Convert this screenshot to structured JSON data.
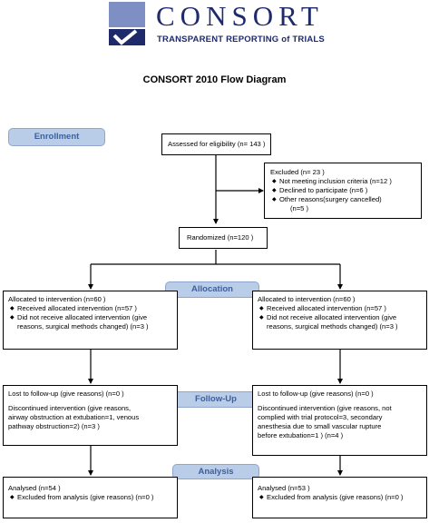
{
  "logo": {
    "wordmark": "CONSORT",
    "tagline": "TRANSPARENT REPORTING of TRIALS",
    "brand_color": "#1f2a6b"
  },
  "title": "CONSORT 2010 Flow Diagram",
  "stages": {
    "enrollment": "Enrollment",
    "allocation": "Allocation",
    "followup": "Follow-Up",
    "analysis": "Analysis"
  },
  "enrollment": {
    "assessed": "Assessed for eligibility (n= 143 )",
    "excluded": {
      "heading": "Excluded  (n= 23 )",
      "items": [
        "Not meeting inclusion criteria (n=12 )",
        "Declined to participate (n=6 )",
        "Other reasons(surgery cancelled)",
        "(n=5 )"
      ]
    },
    "randomized": "Randomized (n=120 )"
  },
  "left": {
    "allocation": {
      "heading": "Allocated to intervention (n=60  )",
      "received": "Received allocated intervention (n=57 )",
      "not_received_1": "Did not receive allocated intervention (give",
      "not_received_2": "reasons, surgical methods changed) (n=3 )"
    },
    "followup": {
      "lost": "Lost to follow-up (give reasons) (n=0 )",
      "discontinued_1": "Discontinued intervention (give reasons,",
      "discontinued_2": "airway obstruction at extubation=1, venous",
      "discontinued_3": "pathway obstruction=2) (n=3 )"
    },
    "analysis": {
      "analysed": "Analysed  (n=54 )",
      "excluded": "Excluded from analysis (give reasons) (n=0 )"
    }
  },
  "right": {
    "allocation": {
      "heading": "Allocated to intervention (n=60  )",
      "received": "Received allocated intervention (n=57 )",
      "not_received_1": "Did not receive allocated intervention (give",
      "not_received_2": "reasons, surgical methods changed) (n=3 )"
    },
    "followup": {
      "lost": "Lost to follow-up (give reasons) (n=0 )",
      "discontinued_1": "Discontinued intervention (give reasons, not",
      "discontinued_2": "complied with trial protocol=3, secondary",
      "discontinued_3": "anesthesia due to small vascular rupture",
      "discontinued_4": "before extubation=1 ) (n=4 )"
    },
    "analysis": {
      "analysed": "Analysed  (n=53 )",
      "excluded": "Excluded from analysis (give reasons) (n=0 )"
    }
  },
  "colors": {
    "stage_fill": "#b9cde8",
    "stage_text": "#3d5f9c"
  }
}
